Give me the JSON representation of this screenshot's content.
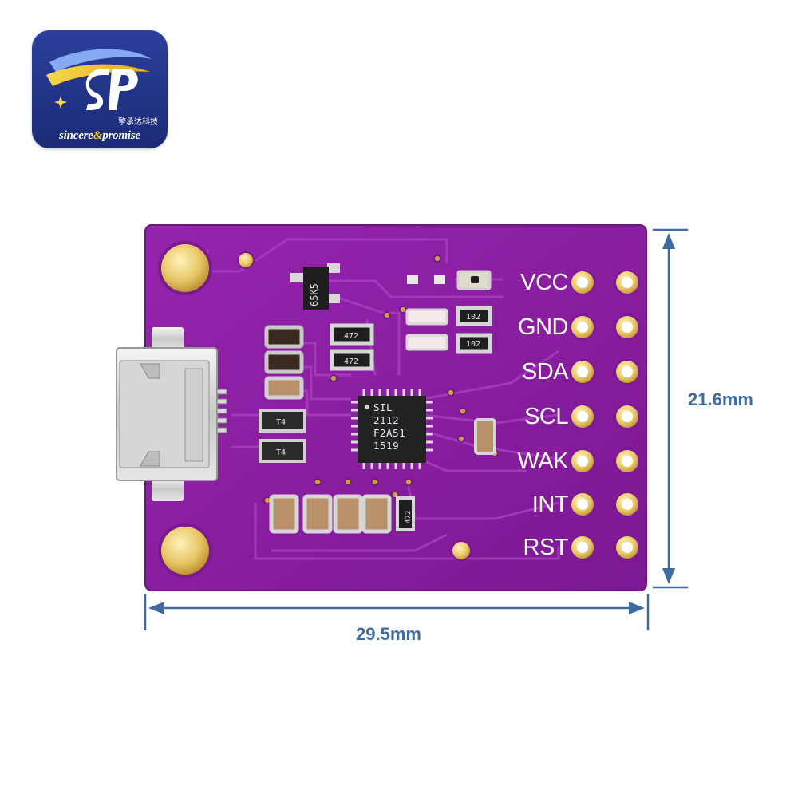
{
  "logo": {
    "icon": "sp-monogram-logo",
    "brand_prefix": "sincere",
    "brand_amp": "&",
    "brand_suffix": "promise",
    "chinese_name": "擎承达科技",
    "colors": {
      "background": "#223487",
      "accent": "#f0c330"
    }
  },
  "board": {
    "color": "#8a1ea0",
    "pins": [
      "VCC",
      "GND",
      "SDA",
      "SCL",
      "WAK",
      "INT",
      "RST"
    ],
    "chip": {
      "line1": "SIL",
      "line2": "2112",
      "line3": "F2A51",
      "line4": "1519"
    },
    "markings": {
      "regulator": "65K5",
      "res_a": "472",
      "res_b": "472",
      "res_c": "102",
      "res_d": "102",
      "res_e": "472",
      "diode_a": "T4",
      "diode_b": "T4"
    }
  },
  "dimensions": {
    "height": "21.6mm",
    "width": "29.5mm",
    "color": "#3f6b9e"
  }
}
